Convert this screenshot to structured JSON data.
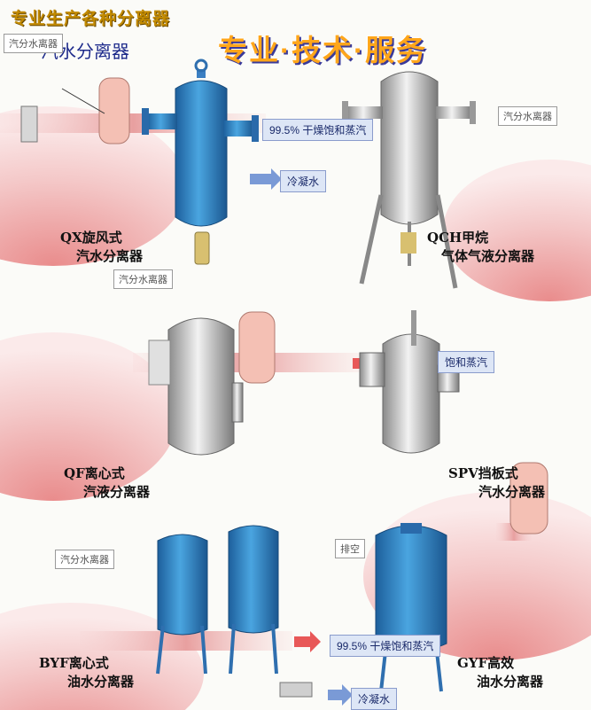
{
  "header": {
    "title": "专业生产各种分离器",
    "subtitle": "汽水分离器",
    "banner": "专业·技术·服务"
  },
  "labels": {
    "steam_water_separator": "汽分水离器",
    "dry_steam": "99.5% 干燥饱和蒸汽",
    "condensate": "冷凝水",
    "saturated_steam": "饱和蒸汽",
    "exhaust": "排空"
  },
  "products": [
    {
      "model": "QX旋风式",
      "desc": "汽水分离器"
    },
    {
      "model": "QCH甲烷",
      "desc": "气体气液分离器"
    },
    {
      "model": "QF离心式",
      "desc": "汽液分离器"
    },
    {
      "model": "SPV挡板式",
      "desc": "汽水分离器"
    },
    {
      "model": "BYF离心式",
      "desc": "油水分离器"
    },
    {
      "model": "GYF高效",
      "desc": "油水分离器"
    }
  ],
  "colors": {
    "separator_blue": "#2f86c8",
    "stainless": "#b8b8b8",
    "pipe_pink": "#e8a6a6",
    "header_gold": "#c28a00",
    "banner_orange": "#ffa61a"
  }
}
